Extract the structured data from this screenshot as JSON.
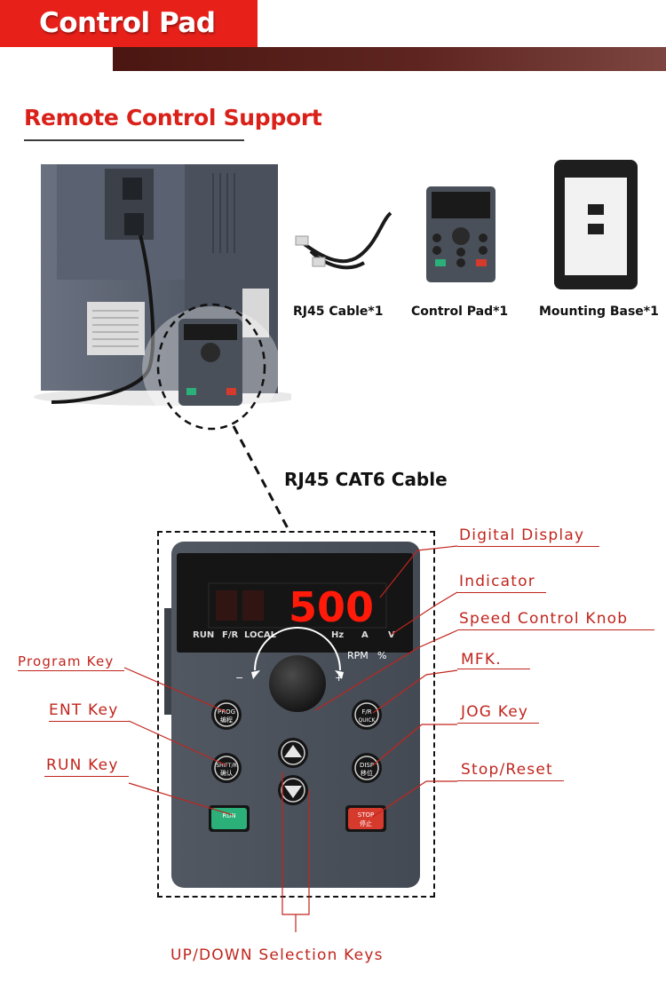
{
  "header": {
    "title": "Control Pad"
  },
  "section": {
    "subtitle": "Remote Control Support"
  },
  "accessories": [
    {
      "label": "RJ45 Cable*1"
    },
    {
      "label": "Control Pad*1"
    },
    {
      "label": "Mounting Base*1"
    }
  ],
  "cable": {
    "label": "RJ45 CAT6 Cable"
  },
  "keypad": {
    "display_value": "500",
    "indicators": [
      "RUN",
      "F/R",
      "LOCAL",
      "Hz",
      "A",
      "V"
    ],
    "rpm_label": "RPM",
    "percent_label": "%",
    "minus_label": "−",
    "plus_label": "+",
    "keys": {
      "prog": [
        "PROG",
        "编程"
      ],
      "ent": [
        "SHIFT/R",
        "确认"
      ],
      "run": "RUN",
      "frq": [
        "F/R",
        "QUICK"
      ],
      "disp": [
        "DISP",
        "移位"
      ],
      "stop": [
        "STOP",
        "停止"
      ]
    }
  },
  "callouts": {
    "digital_display": "Digital Display",
    "indicator": "Indicator",
    "speed_knob": "Speed Control Knob",
    "program_key": "Program Key",
    "mfk": "MFK.",
    "ent_key": "ENT Key",
    "jog_key": "JOG Key",
    "run_key": "RUN Key",
    "stop_reset": "Stop/Reset",
    "updown": "UP/DOWN Selection Keys"
  },
  "colors": {
    "brand_red": "#e8201a",
    "callout_red": "#c0251d",
    "display_red": "#ff1a0a",
    "run_green": "#2bb07a",
    "stop_red": "#d63a2d",
    "panel_gray": "#4a5059"
  }
}
